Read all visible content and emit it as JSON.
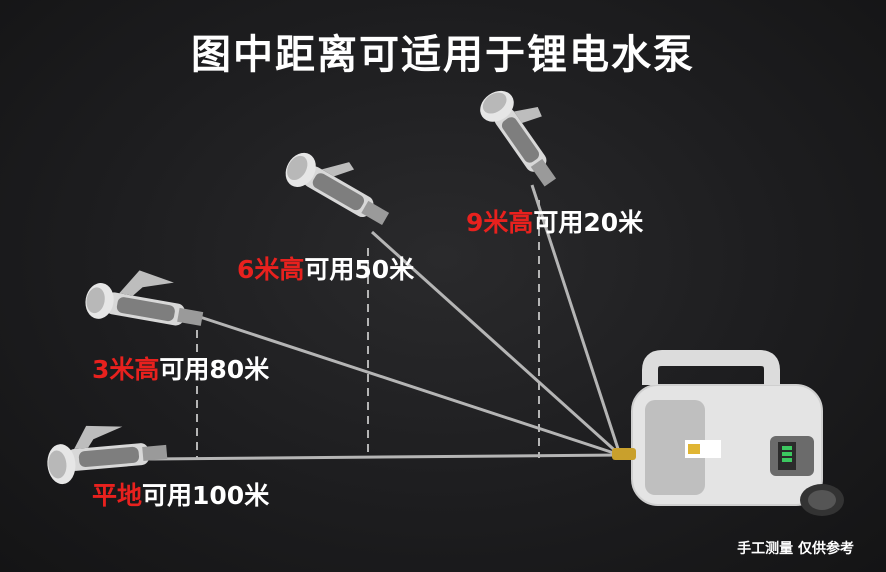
{
  "title": "图中距离可适用于锂电水泵",
  "labels": [
    {
      "highlight": "9米高",
      "rest": "可用20米"
    },
    {
      "highlight": "6米高",
      "rest": "可用50米"
    },
    {
      "highlight": "3米高",
      "rest": "可用80米"
    },
    {
      "highlight": "平地",
      "rest": "可用100米"
    }
  ],
  "footnote": "手工测量 仅供参考",
  "colors": {
    "highlight": "#e8211e",
    "text": "#ffffff",
    "hose": "#bdbdbd",
    "background": "#1d1d1f"
  }
}
